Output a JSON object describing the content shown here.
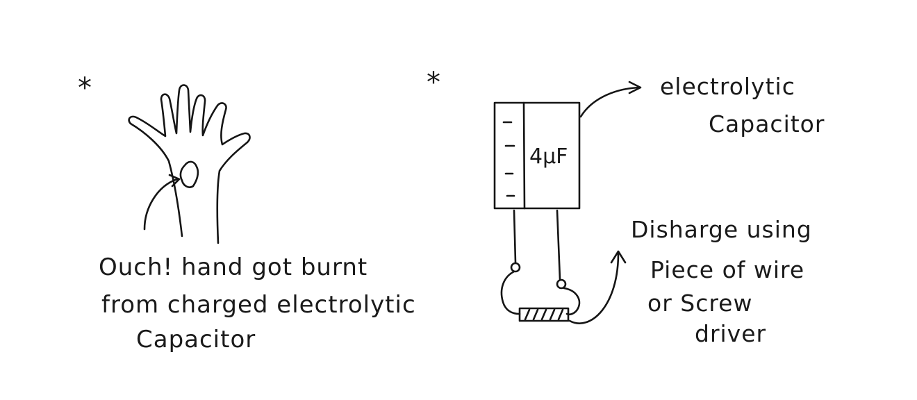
{
  "markers": {
    "left": "*",
    "right": "*"
  },
  "hand_caption": {
    "line1": "Ouch! hand got burnt",
    "line2": "from charged electrolytic",
    "line3": "Capacitor"
  },
  "capacitor": {
    "value": "4μF",
    "label_line1": "electrolytic",
    "label_line2": "Capacitor"
  },
  "discharge_caption": {
    "line1": "Disharge using",
    "line2": "Piece of wire",
    "line3": "or Screw",
    "line4": "driver"
  }
}
